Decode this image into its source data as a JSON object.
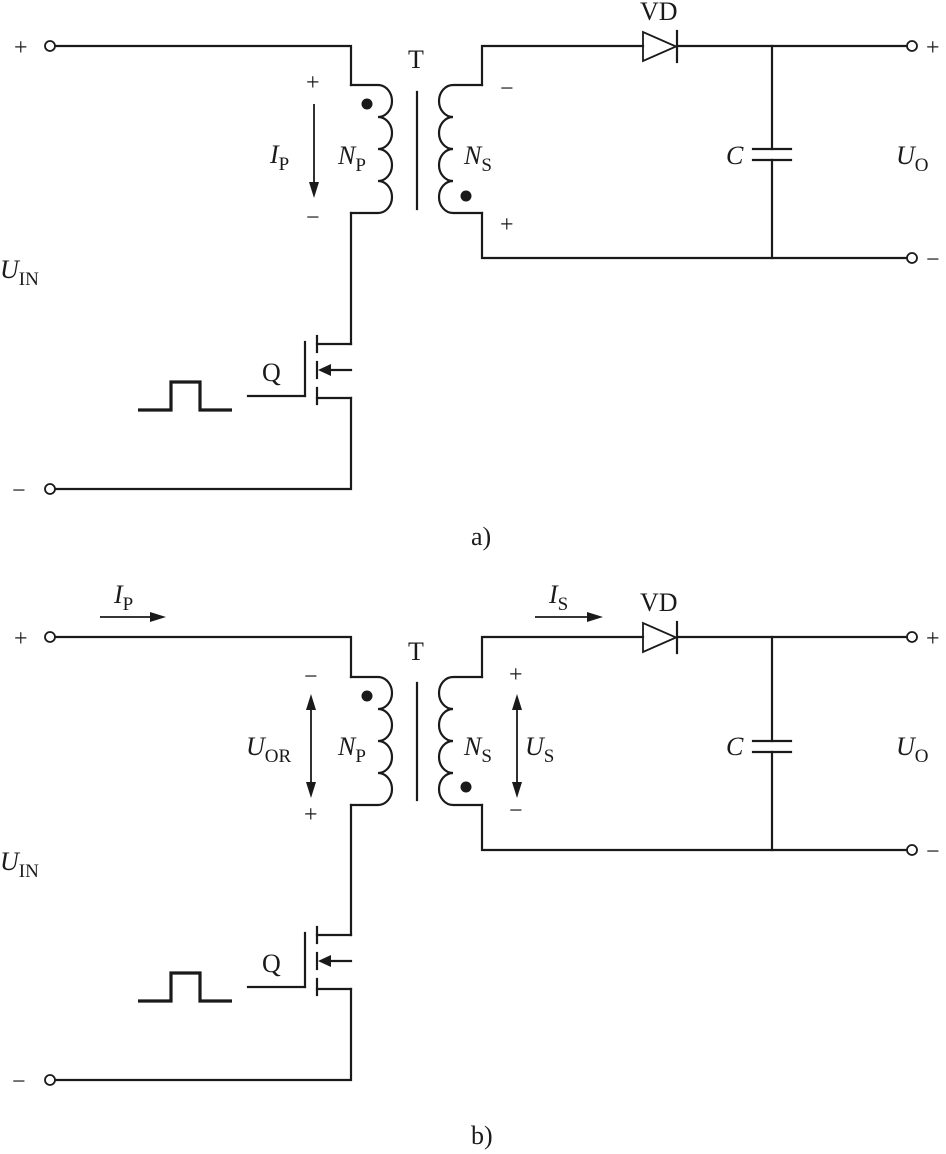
{
  "circuits": [
    {
      "caption": "a)",
      "transformer_label": "T",
      "diode_label": "VD",
      "switch_label": "Q",
      "capacitor_label": "C",
      "primary_winding": {
        "main": "N",
        "sub": "P"
      },
      "secondary_winding": {
        "main": "N",
        "sub": "S"
      },
      "input_voltage": {
        "main": "U",
        "sub": "IN"
      },
      "output_voltage": {
        "main": "U",
        "sub": "O"
      },
      "primary_quantity": {
        "main": "I",
        "sub": "P"
      },
      "input_plus": "+",
      "input_minus": "−",
      "output_plus": "+",
      "output_minus": "−",
      "primary_top_sign": "+",
      "primary_bottom_sign": "−",
      "secondary_top_sign": "−",
      "secondary_bottom_sign": "+"
    },
    {
      "caption": "b)",
      "transformer_label": "T",
      "diode_label": "VD",
      "switch_label": "Q",
      "capacitor_label": "C",
      "primary_winding": {
        "main": "N",
        "sub": "P"
      },
      "secondary_winding": {
        "main": "N",
        "sub": "S"
      },
      "input_voltage": {
        "main": "U",
        "sub": "IN"
      },
      "output_voltage": {
        "main": "U",
        "sub": "O"
      },
      "primary_current": {
        "main": "I",
        "sub": "P"
      },
      "secondary_current": {
        "main": "I",
        "sub": "S"
      },
      "reflected_voltage": {
        "main": "U",
        "sub": "OR"
      },
      "secondary_voltage": {
        "main": "U",
        "sub": "S"
      },
      "input_plus": "+",
      "input_minus": "−",
      "output_plus": "+",
      "output_minus": "−",
      "primary_top_sign": "−",
      "primary_bottom_sign": "+",
      "secondary_top_sign": "+",
      "secondary_bottom_sign": "−"
    }
  ]
}
